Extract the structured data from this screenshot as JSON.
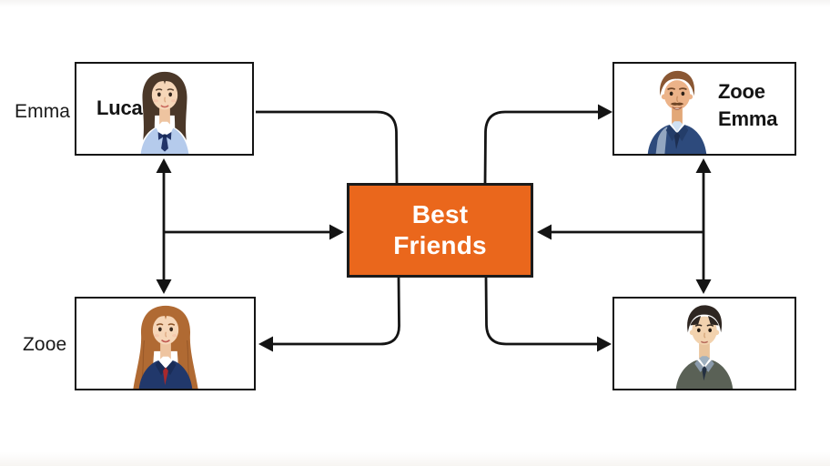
{
  "diagram": {
    "title_node": {
      "label_line1": "Best",
      "label_line2": "Friends",
      "fill_color": "#EA671C",
      "text_color": "#FFFFFF"
    },
    "nodes": [
      {
        "id": "top-left",
        "outer_label": "Emma",
        "inner_label": "Luca",
        "portrait": "young-woman-dark-hair-blue-vest"
      },
      {
        "id": "top-right",
        "inner_label_line1": "Zooe",
        "inner_label_line2": "Emma",
        "portrait": "man-mustache-navy-suit"
      },
      {
        "id": "bottom-left",
        "outer_label": "Zooe",
        "portrait": "woman-auburn-hair-navy-blazer-red-tie"
      },
      {
        "id": "bottom-right",
        "portrait": "young-man-dark-hair-green-vest"
      }
    ],
    "edges": [
      {
        "from": "top-left-box",
        "to": "best-friends",
        "arrows": "none",
        "shape": "elbow-curve"
      },
      {
        "from": "best-friends",
        "to": "top-right-box",
        "arrows": "end",
        "shape": "elbow-curve"
      },
      {
        "from": "best-friends",
        "to": "bottom-left-box",
        "arrows": "end",
        "shape": "elbow-curve"
      },
      {
        "from": "best-friends",
        "to": "bottom-right-box",
        "arrows": "end",
        "shape": "elbow-curve"
      },
      {
        "from": "top-left-box",
        "to": "bottom-left-box",
        "arrows": "both",
        "shape": "straight-vertical"
      },
      {
        "from": "top-right-box",
        "to": "bottom-right-box",
        "arrows": "both",
        "shape": "straight-vertical"
      },
      {
        "from": "left-vertical-midpoint",
        "to": "best-friends",
        "arrows": "end",
        "shape": "straight-horizontal"
      },
      {
        "from": "right-vertical-midpoint",
        "to": "best-friends",
        "arrows": "end",
        "shape": "straight-horizontal"
      }
    ],
    "colors": {
      "line": "#141414",
      "node_border": "#141414",
      "node_fill": "#FFFFFF",
      "background": "#FBFBFB"
    }
  }
}
